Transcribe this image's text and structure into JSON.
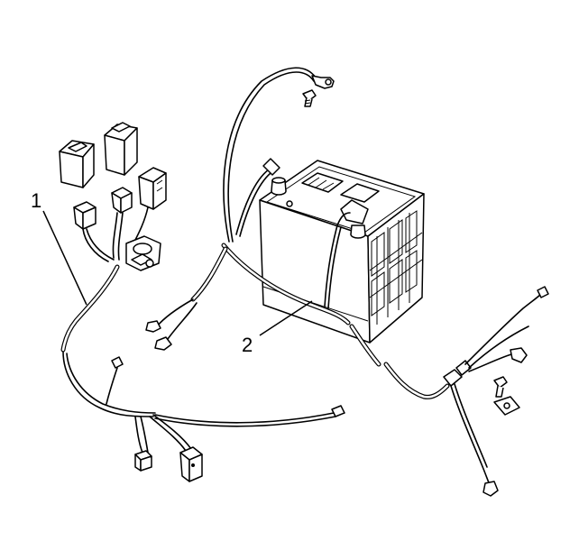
{
  "diagram": {
    "callouts": [
      {
        "id": "1",
        "label": "1"
      },
      {
        "id": "2",
        "label": "2"
      }
    ],
    "line_color": "#000000",
    "background": "#ffffff"
  }
}
